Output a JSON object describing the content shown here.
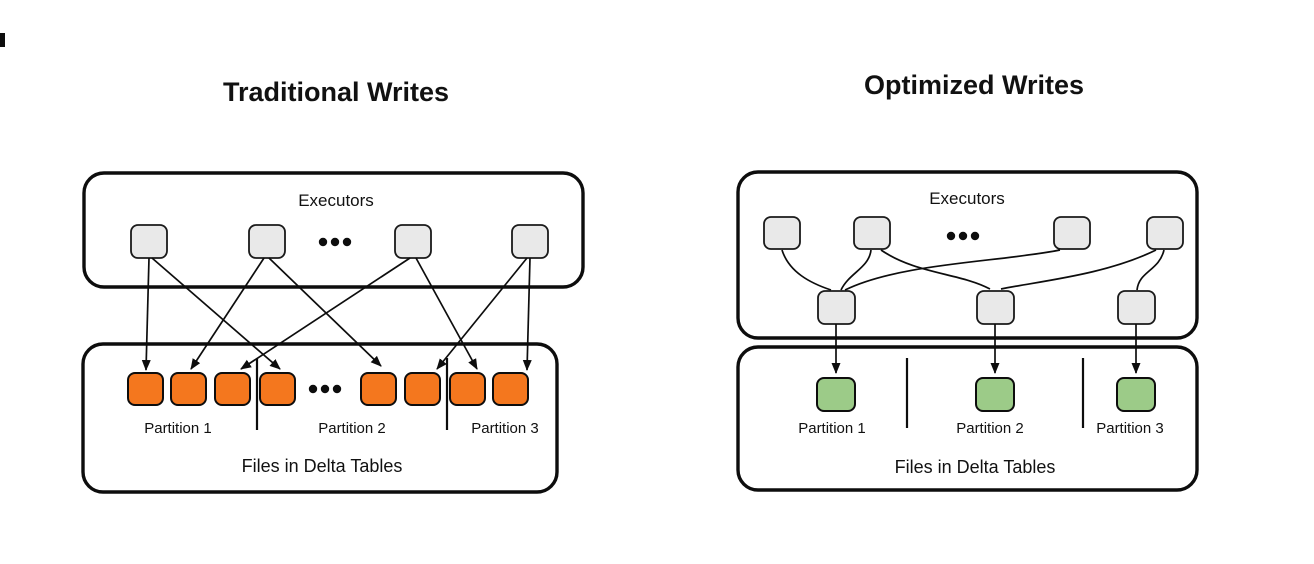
{
  "colors": {
    "executor_fill": "#E9E9E9",
    "file_traditional": "#F4771E",
    "file_optimized": "#9CCB88",
    "line": "#0d0d0d"
  },
  "left_diagram": {
    "title": "Traditional Writes",
    "executors": {
      "label": "Executors"
    },
    "delta_tables": {
      "label": "Files in Delta Tables",
      "partitions": [
        "Partition 1",
        "Partition 2",
        "Partition 3"
      ]
    }
  },
  "right_diagram": {
    "title": "Optimized Writes",
    "executors": {
      "label": "Executors"
    },
    "delta_tables": {
      "label": "Files in Delta Tables",
      "partitions": [
        "Partition 1",
        "Partition 2",
        "Partition 3"
      ]
    }
  }
}
